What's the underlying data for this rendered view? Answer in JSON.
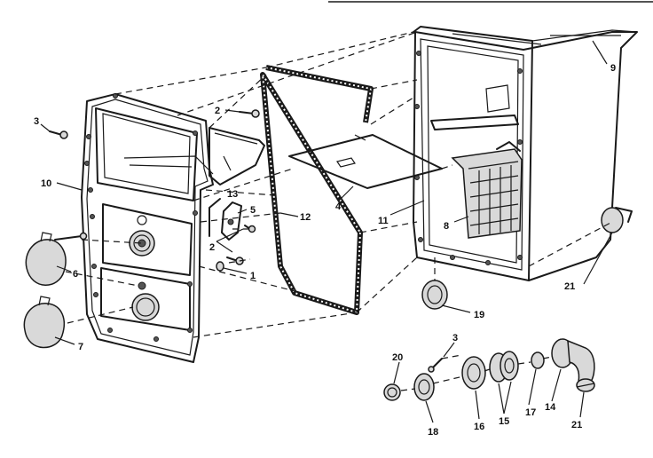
{
  "callouts": {
    "c1": "1",
    "c2a": "2",
    "c2b": "2",
    "c3a": "3",
    "c3b": "3",
    "c4": "4",
    "c5": "5",
    "c6": "6",
    "c7": "7",
    "c8": "8",
    "c9": "9",
    "c10": "10",
    "c11": "11",
    "c12": "12",
    "c13": "13",
    "c14": "14",
    "c15": "15",
    "c16": "16",
    "c17": "17",
    "c18": "18",
    "c19": "19",
    "c20": "20",
    "c21a": "21",
    "c21b": "21"
  }
}
